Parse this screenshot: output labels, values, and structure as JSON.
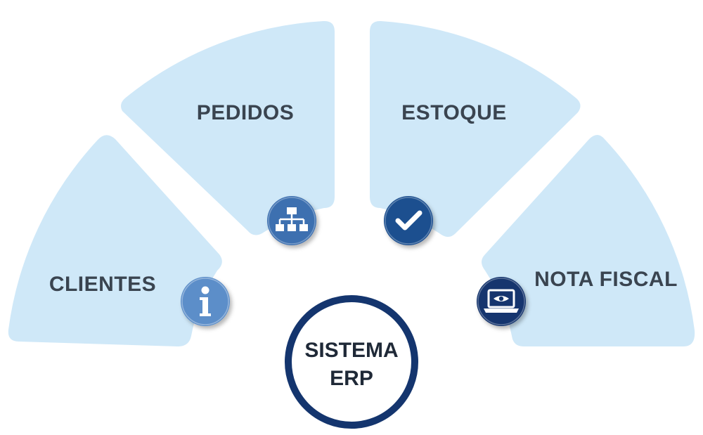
{
  "center": {
    "line1": "SISTEMA",
    "line2": "ERP",
    "ring_color": "#14356e"
  },
  "sectors": [
    {
      "label": "CLIENTES",
      "icon": "info-icon",
      "icon_color": "#5b8ec9"
    },
    {
      "label": "PEDIDOS",
      "icon": "sitemap-icon",
      "icon_color": "#3d6fb0"
    },
    {
      "label": "ESTOQUE",
      "icon": "checkmark-icon",
      "icon_color": "#1e4f8f"
    },
    {
      "label": "NOTA FISCAL",
      "icon": "laptop-eye-icon",
      "icon_color": "#14356e"
    }
  ],
  "colors": {
    "sector_fill": "#cfe8f8",
    "label_text": "#3a4450"
  }
}
